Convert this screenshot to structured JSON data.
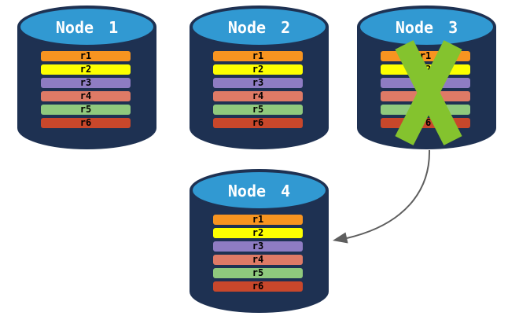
{
  "diagram": {
    "nodes": [
      {
        "title": "Node 1",
        "status": "active",
        "partitions": [
          {
            "label": "r1",
            "color": "#F79420"
          },
          {
            "label": "r2",
            "color": "#FCFF00"
          },
          {
            "label": "r3",
            "color": "#8E7CC3"
          },
          {
            "label": "r4",
            "color": "#DE7A66"
          },
          {
            "label": "r5",
            "color": "#8FC97D"
          },
          {
            "label": "r6",
            "color": "#C8472B"
          }
        ]
      },
      {
        "title": "Node 2",
        "status": "active",
        "partitions": [
          {
            "label": "r1",
            "color": "#F79420"
          },
          {
            "label": "r2",
            "color": "#FCFF00"
          },
          {
            "label": "r3",
            "color": "#8E7CC3"
          },
          {
            "label": "r4",
            "color": "#DE7A66"
          },
          {
            "label": "r5",
            "color": "#8FC97D"
          },
          {
            "label": "r6",
            "color": "#C8472B"
          }
        ]
      },
      {
        "title": "Node 3",
        "status": "failed",
        "partitions": [
          {
            "label": "r1",
            "color": "#F79420"
          },
          {
            "label": "r2",
            "color": "#FCFF00"
          },
          {
            "label": "r3",
            "color": "#8E7CC3"
          },
          {
            "label": "r4",
            "color": "#DE7A66"
          },
          {
            "label": "r5",
            "color": "#8FC97D"
          },
          {
            "label": "r6",
            "color": "#C8472B"
          }
        ]
      },
      {
        "title": "Node 4",
        "status": "active",
        "partitions": [
          {
            "label": "r1",
            "color": "#F79420"
          },
          {
            "label": "r2",
            "color": "#FCFF00"
          },
          {
            "label": "r3",
            "color": "#8E7CC3"
          },
          {
            "label": "r4",
            "color": "#DE7A66"
          },
          {
            "label": "r5",
            "color": "#8FC97D"
          },
          {
            "label": "r6",
            "color": "#C8472B"
          }
        ]
      }
    ],
    "arrow": {
      "from": "Node 3",
      "to": "Node 4"
    },
    "colors": {
      "cylinder_body": "#1E3152",
      "cylinder_top": "#3199D2",
      "title_text": "#FFFFFF",
      "bar_text": "#000000",
      "failure_x": "#84C32E",
      "arrow": "#5E5E5E"
    }
  }
}
